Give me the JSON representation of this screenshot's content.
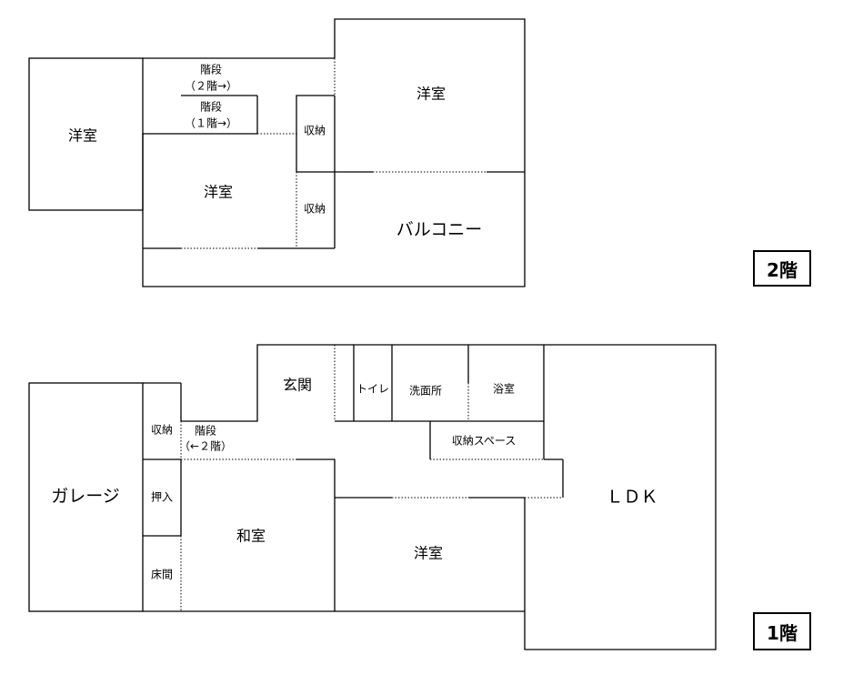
{
  "floors": {
    "second": {
      "badge": "2階",
      "rooms": {
        "west_room": "洋室",
        "center_room": "洋室",
        "northeast_room": "洋室",
        "balcony": "バルコニー",
        "closet_upper": "収納",
        "closet_lower": "収納",
        "stairs_up_1": "階段",
        "stairs_up_2": "（２階→）",
        "stairs_down_1": "階段",
        "stairs_down_2": "（１階→）"
      }
    },
    "first": {
      "badge": "1階",
      "rooms": {
        "garage": "ガレージ",
        "closet": "収納",
        "oshiire": "押入",
        "tokonoma": "床間",
        "stairs_1": "階段",
        "stairs_2": "（←２階）",
        "entrance": "玄関",
        "toilet": "トイレ",
        "washroom": "洗面所",
        "bathroom": "浴室",
        "storage_space": "収納スペース",
        "japanese_room": "和室",
        "western_room": "洋室",
        "ldk": "ＬＤＫ"
      }
    }
  }
}
